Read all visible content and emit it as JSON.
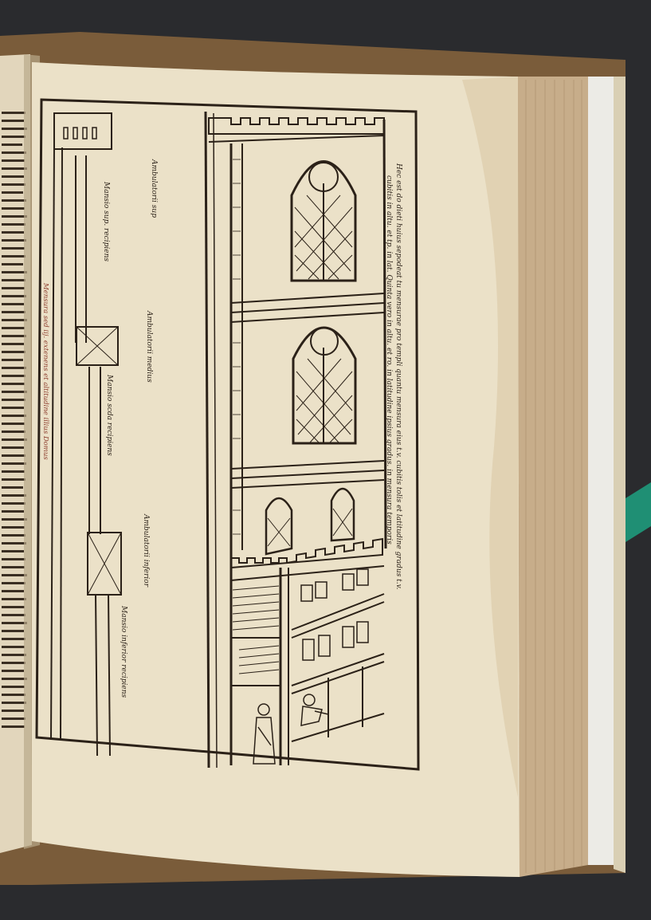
{
  "photo": {
    "subject": "",
    "colors": {
      "background": "#2a2b2e",
      "page": "#efe6cf",
      "page_shadow": "#ded2b4",
      "fore_edge": "#c7ad8a",
      "ink": "#2b2118",
      "rubric_red": "#8b3a2a",
      "ribbon": "#1f8f74"
    }
  },
  "woodcut": {
    "caption_main": "Hec est do dieti huius sepodeat tu mensurae pro templi quantu mensura eius t.v. cubitis tolis et latitudine gradus t.v.",
    "caption_main_2": "cubitis in altu. et tp. in lat. Quinta vero in altu. et ro. in latitudine ipsius gradus. in mensura temporis",
    "top_caption": "Mensura sed iij. extenens et altitudine illius Domus",
    "labels": [
      "Ambulatorii sup",
      "Ambulatorii medius",
      "Mansio sup. recipiens",
      "Mansio scda recipiens",
      "Ambulatorii inferior",
      "Mansio inferior recipiens"
    ]
  }
}
